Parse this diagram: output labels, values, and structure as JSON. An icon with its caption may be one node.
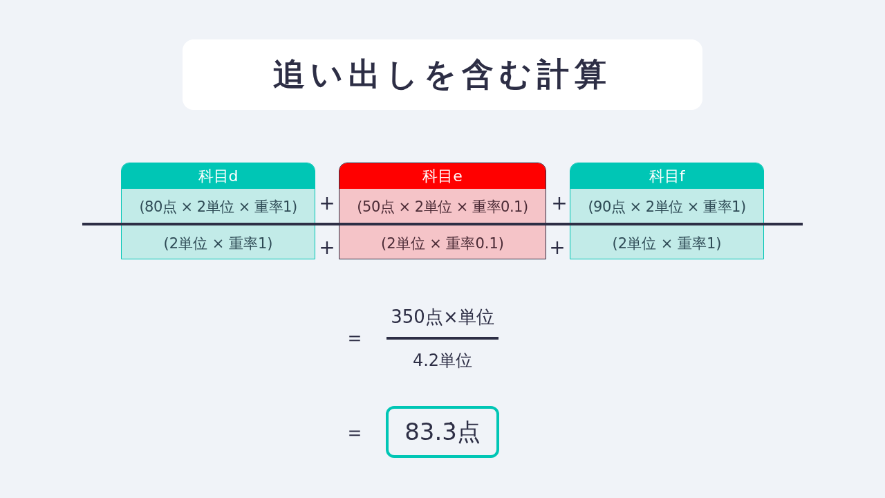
{
  "diagram": {
    "title": "追い出しを含む計算",
    "nodes": [
      {
        "text": [
          "科目d",
          "(80点 × 2単位 × 重率1)",
          "(2単位 × 重率1)"
        ]
      },
      {
        "text": [
          "科目e",
          "(50点 × 2単位 × 重率0.1)",
          "(2単位 × 重率0.1)"
        ]
      },
      {
        "text": [
          "科目f",
          "(90点 × 2単位 × 重率1)",
          "(2単位 × 重率1)"
        ]
      },
      {
        "text": [
          "83.3̇点"
        ]
      }
    ],
    "labels": [
      "+",
      "+",
      "+",
      "+",
      "350点×単位",
      "＝",
      "4.2単位",
      "＝"
    ]
  }
}
